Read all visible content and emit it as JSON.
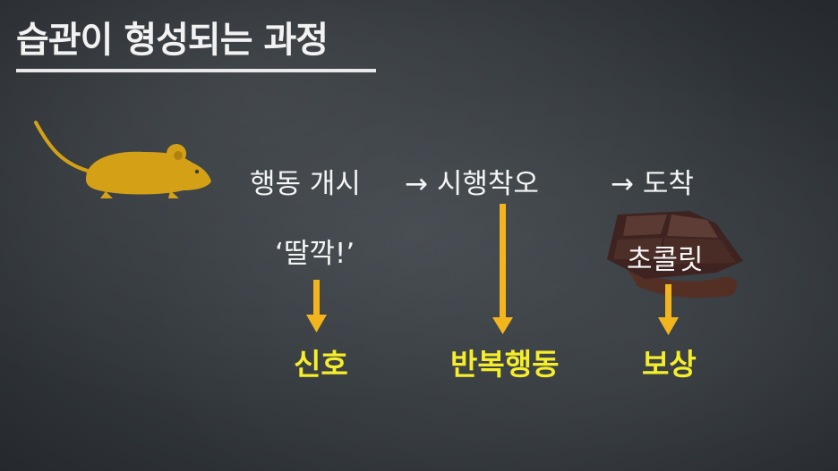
{
  "title": "습관이 형성되는 과정",
  "flow": {
    "stage1": "행동 개시",
    "stage2": "→ 시행착오",
    "stage3": "→ 도착"
  },
  "sound": "‘딸깍!’",
  "reward_object": "초콜릿",
  "labels": {
    "cue": "신호",
    "routine": "반복행동",
    "reward": "보상"
  },
  "colors": {
    "background": "#33383d",
    "text": "#f5f5f5",
    "highlight": "#f6ee2a",
    "arrow": "#f2b51d",
    "mouse": "#d4a116",
    "chocolate": "#3e2320"
  },
  "icons": [
    "mouse-icon",
    "chocolate-icon"
  ]
}
